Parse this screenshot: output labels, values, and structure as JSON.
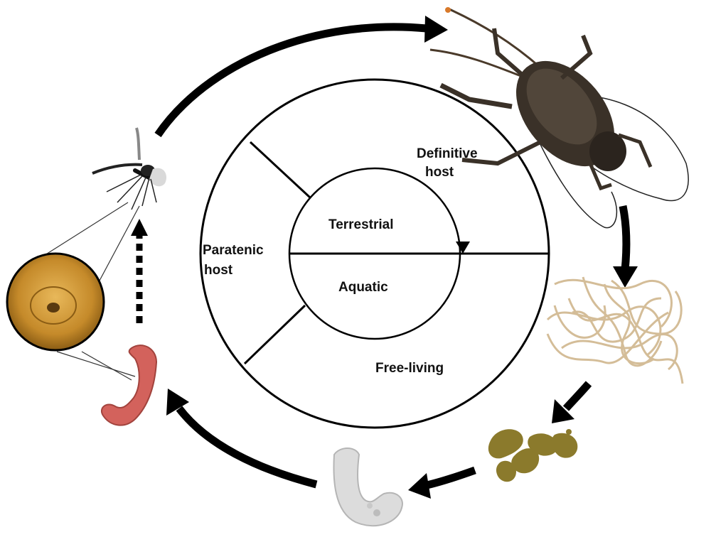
{
  "labels": {
    "definitive_host_line1": "Definitive",
    "definitive_host_line2": "host",
    "paratenic_host_line1": "Paratenic",
    "paratenic_host_line2": "host",
    "free_living": "Free-living",
    "terrestrial": "Terrestrial",
    "aquatic": "Aquatic"
  },
  "colors": {
    "arrow": "#000000",
    "cyst_fill": "#c7922c",
    "larva_red": "#d0605a",
    "worm_tan": "#d8c3a0",
    "egg_green": "#8b7a2c",
    "cricket_brown": "#3a3128",
    "larva_gray": "#d9d9d9"
  },
  "icons": [
    "cricket-icon",
    "adult-worms-icon",
    "egg-strings-icon",
    "larva-icon",
    "aquatic-larva-icon",
    "mosquito-icon",
    "cyst-magnified-icon"
  ]
}
